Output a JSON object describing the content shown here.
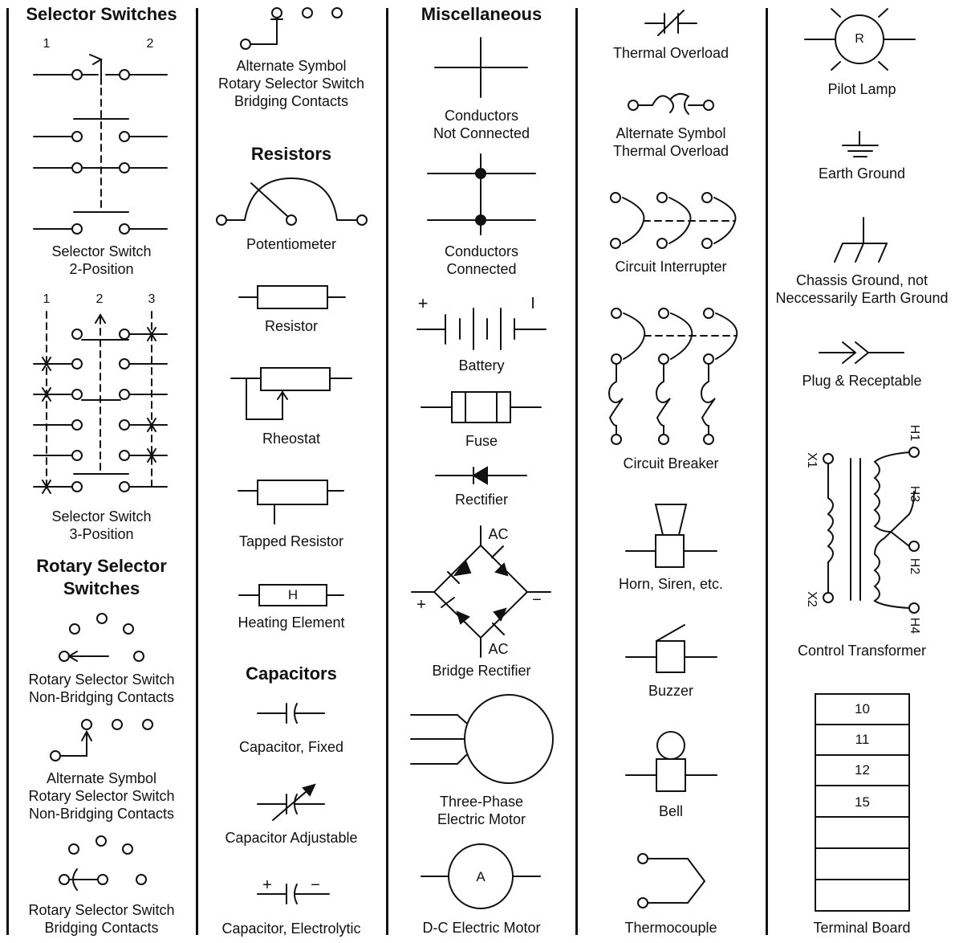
{
  "columns": {
    "col1": {
      "header_selector": "Selector Switches",
      "pos_1": "1",
      "pos_2": "2",
      "sel2_label": "Selector Switch\n2-Position",
      "sel3_pos_1": "1",
      "sel3_pos_2": "2",
      "sel3_pos_3": "3",
      "sel3_label": "Selector Switch\n3-Position",
      "header_rotary": "Rotary Selector\nSwitches",
      "rotary_nonbridging_label": "Rotary Selector Switch\nNon-Bridging Contacts",
      "alt_rotary_nonbridging_label": "Alternate Symbol\nRotary Selector Switch\nNon-Bridging Contacts",
      "rotary_bridging_label": "Rotary Selector Switch\nBridging Contacts"
    },
    "col2": {
      "alt_rotary_bridging_label": "Alternate Symbol\nRotary Selector Switch\nBridging Contacts",
      "header_resistors": "Resistors",
      "potentiometer_label": "Potentiometer",
      "resistor_label": "Resistor",
      "rheostat_label": "Rheostat",
      "tapped_resistor_label": "Tapped Resistor",
      "heating_element_letter": "H",
      "heating_element_label": "Heating Element",
      "header_capacitors": "Capacitors",
      "capacitor_fixed_label": "Capacitor, Fixed",
      "capacitor_adjustable_label": "Capacitor Adjustable",
      "cap_plus": "+",
      "cap_minus": "−",
      "capacitor_electrolytic_label": "Capacitor, Electrolytic"
    },
    "col3": {
      "header_misc": "Miscellaneous",
      "not_connected_label": "Conductors\nNot Connected",
      "connected_label": "Conductors\nConnected",
      "battery_plus": "+",
      "battery_minus": "I",
      "battery_label": "Battery",
      "fuse_label": "Fuse",
      "rectifier_label": "Rectifier",
      "bridge_ac_top": "AC",
      "bridge_plus": "+",
      "bridge_minus": "−",
      "bridge_ac_bottom": "AC",
      "bridge_label": "Bridge Rectifier",
      "three_phase_label": "Three-Phase\nElectric Motor",
      "dc_motor_letter": "A",
      "dc_motor_label": "D-C Electric Motor"
    },
    "col4": {
      "thermal_overload_label": "Thermal Overload",
      "alt_thermal_overload_label": "Alternate Symbol\nThermal Overload",
      "circuit_interrupter_label": "Circuit Interrupter",
      "circuit_breaker_label": "Circuit Breaker",
      "horn_label": "Horn, Siren, etc.",
      "buzzer_label": "Buzzer",
      "bell_label": "Bell",
      "thermocouple_label": "Thermocouple"
    },
    "col5": {
      "pilot_lamp_letter": "R",
      "pilot_lamp_label": "Pilot Lamp",
      "earth_ground_label": "Earth Ground",
      "chassis_ground_label": "Chassis Ground, not\nNeccessarily Earth Ground",
      "plug_label": "Plug & Receptable",
      "xf_x1": "X1",
      "xf_x2": "X2",
      "xf_h1": "H1",
      "xf_h3": "H3",
      "xf_h2": "H2",
      "xf_h4": "H4",
      "control_transformer_label": "Control Transformer",
      "terminal_values": [
        "10",
        "11",
        "12",
        "15",
        "",
        "",
        ""
      ],
      "terminal_board_label": "Terminal Board"
    }
  },
  "colors": {
    "ink": "#111111",
    "background": "#ffffff"
  }
}
